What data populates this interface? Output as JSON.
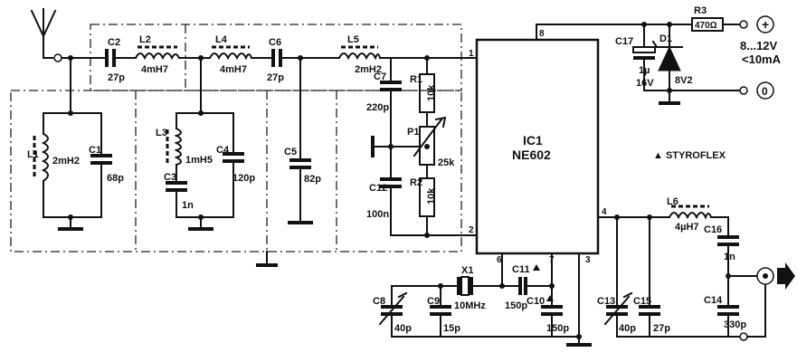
{
  "ic": {
    "ref": "IC1",
    "part": "NE602",
    "pins": [
      "1",
      "2",
      "4",
      "6",
      "7",
      "3",
      "8"
    ]
  },
  "components": {
    "C1": {
      "ref": "C1",
      "value": "68p"
    },
    "C2": {
      "ref": "C2",
      "value": "27p"
    },
    "C3": {
      "ref": "C3",
      "value": "1n"
    },
    "C4": {
      "ref": "C4",
      "value": "120p"
    },
    "C5": {
      "ref": "C5",
      "value": "82p"
    },
    "C6": {
      "ref": "C6",
      "value": "27p"
    },
    "C7": {
      "ref": "C7",
      "value": "220p"
    },
    "C8": {
      "ref": "C8",
      "value": "40p"
    },
    "C9": {
      "ref": "C9",
      "value": "15p"
    },
    "C10": {
      "ref": "C10",
      "value": "150p"
    },
    "C11": {
      "ref": "C11",
      "value": "150p"
    },
    "C12": {
      "ref": "C12",
      "value": "100n"
    },
    "C13": {
      "ref": "C13",
      "value": "40p"
    },
    "C14": {
      "ref": "C14",
      "value": "330p"
    },
    "C15": {
      "ref": "C15",
      "value": "27p"
    },
    "C16": {
      "ref": "C16",
      "value": "1n"
    },
    "C17": {
      "ref": "C17",
      "value": "1µ",
      "value2": "16V"
    },
    "L1": {
      "ref": "L1",
      "value": "2mH2"
    },
    "L2": {
      "ref": "L2",
      "value": "4mH7"
    },
    "L3": {
      "ref": "L3",
      "value": "1mH5"
    },
    "L4": {
      "ref": "L4",
      "value": "4mH7"
    },
    "L5": {
      "ref": "L5",
      "value": "2mH2"
    },
    "L6": {
      "ref": "L6",
      "value": "4µH7"
    },
    "R1": {
      "ref": "R1",
      "value": "10k"
    },
    "R2": {
      "ref": "R2",
      "value": "10k"
    },
    "R3": {
      "ref": "R3",
      "value": "470Ω"
    },
    "P1": {
      "ref": "P1",
      "value": "25k"
    },
    "D1": {
      "ref": "D1",
      "value": "8V2"
    },
    "X1": {
      "ref": "X1",
      "value": "10MHz"
    }
  },
  "supply": {
    "plus": "+",
    "zero": "0",
    "voltage": "8...12V",
    "current": "<10mA"
  },
  "note": "▲ STYROFLEX"
}
